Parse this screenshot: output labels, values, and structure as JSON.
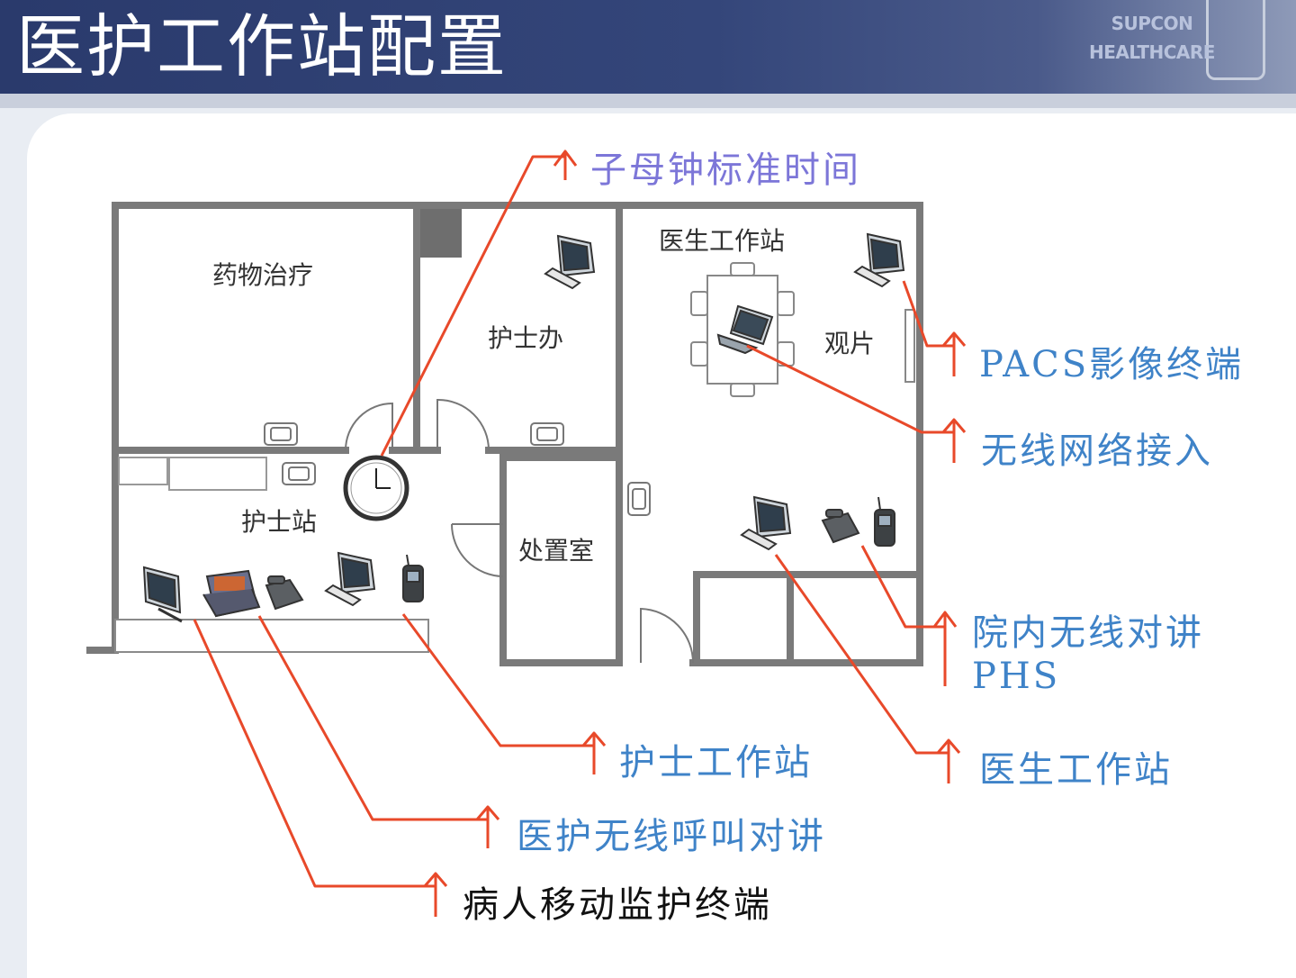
{
  "header": {
    "title": "医护工作站配置",
    "logo_line1": "SUPCON",
    "logo_line2": "HEALTHCARE"
  },
  "rooms": {
    "medicine": "药物治疗",
    "nurse_office": "护士办",
    "doctor_ws": "医生工作站",
    "film_view": "观片",
    "nurse_station": "护士站",
    "treatment": "处置室"
  },
  "callouts": {
    "clock": "子母钟标准时间",
    "pacs": "PACS影像终端",
    "wireless": "无线网络接入",
    "phs_line1": "院内无线对讲",
    "phs_line2": "PHS",
    "doctor": "医生工作站",
    "nurse": "护士工作站",
    "intercom": "医护无线呼叫对讲",
    "monitor": "病人移动监护终端"
  },
  "colors": {
    "header": "#2a3a6c",
    "arrow": "#e8492a",
    "label_blue": "#3f83c8",
    "label_purple": "#7c76d8",
    "wall": "#777777"
  }
}
